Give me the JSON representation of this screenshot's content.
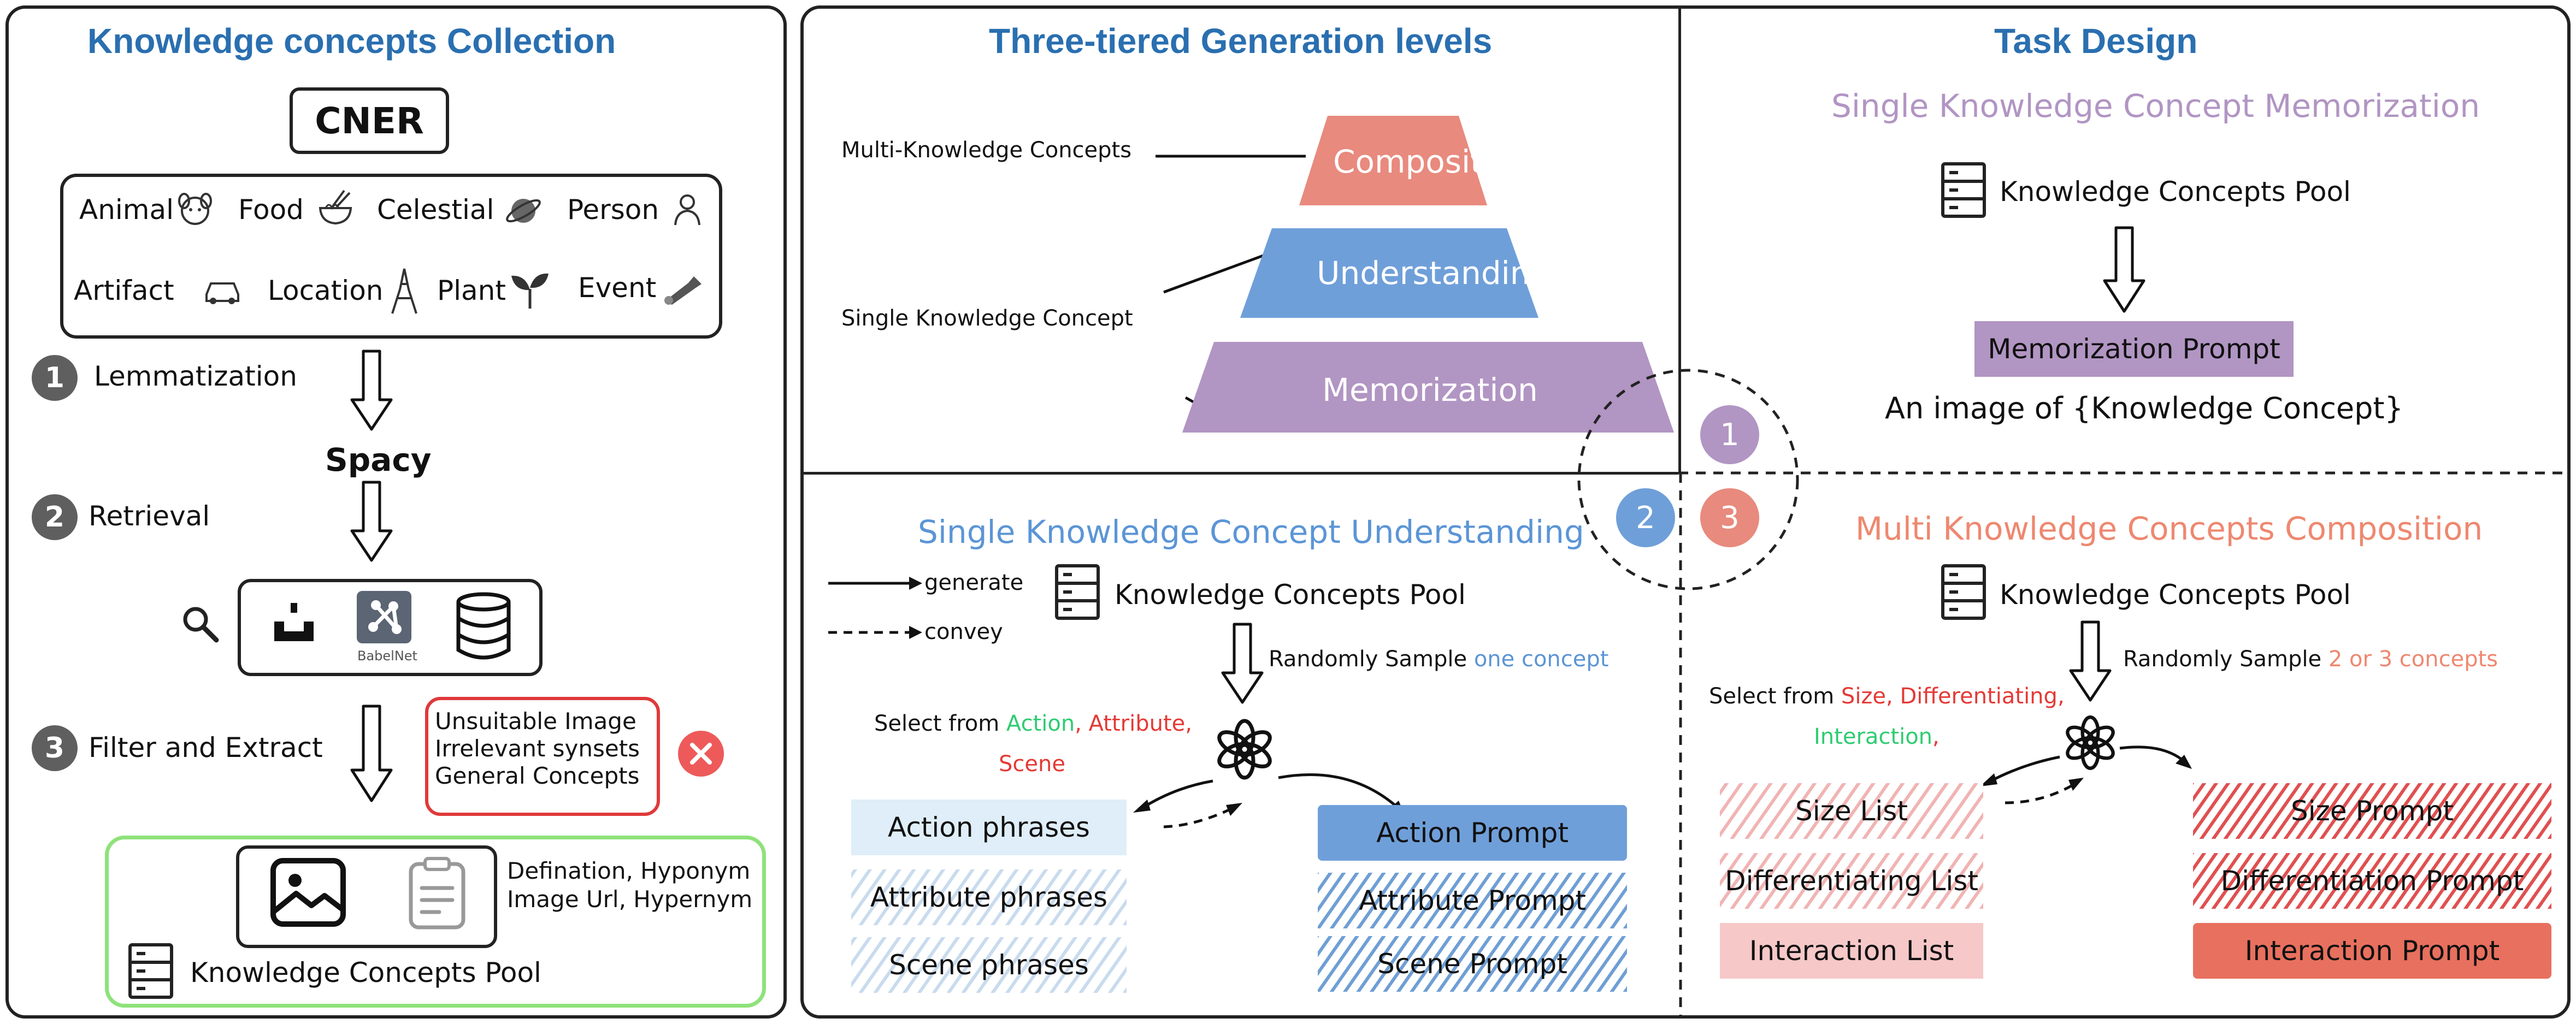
{
  "colors": {
    "title_blue": "#2a6fb0",
    "memorization_purple": "#b195c3",
    "understanding_blue": "#6f9fd9",
    "composition_red": "#e88a7e",
    "green": "#2ecc71",
    "red": "#e53935",
    "orange": "#ee8870",
    "light_blue_text": "#5b95d6",
    "pool_green_border": "#8ee27a"
  },
  "left": {
    "title": "Knowledge concepts Collection",
    "cner": "CNER",
    "categories": [
      "Animal",
      "Food",
      "Celestial",
      "Person",
      "Artifact",
      "Location",
      "Plant",
      "Event"
    ],
    "steps": [
      {
        "num": "1",
        "label": "Lemmatization"
      },
      {
        "num": "2",
        "label": "Retrieval"
      },
      {
        "num": "3",
        "label": "Filter and Extract"
      }
    ],
    "spacy": "Spacy",
    "babelnet": "BabelNet",
    "filter_items": [
      "Unsuitable Image",
      "Irrelevant synsets",
      "General Concepts"
    ],
    "pool_fields": [
      "Defination, Hyponym",
      "Image Url, Hypernym"
    ],
    "pool_label": "Knowledge Concepts Pool"
  },
  "middle_top": {
    "title": "Three-tiered Generation levels",
    "multi_label": "Multi-Knowledge Concepts",
    "single_label": "Single Knowledge Concept",
    "levels": [
      "Composition",
      "Understanding",
      "Memorization"
    ]
  },
  "right_top": {
    "title": "Task Design",
    "subtitle": "Single Knowledge Concept Memorization",
    "pool_label": "Knowledge Concepts Pool",
    "prompt_label": "Memorization Prompt",
    "prompt_text": "An image of {Knowledge Concept}"
  },
  "circles": [
    "1",
    "2",
    "3"
  ],
  "middle_bottom": {
    "subtitle": "Single Knowledge Concept Understanding",
    "legend": [
      "generate",
      "convey"
    ],
    "pool_label": "Knowledge Concepts Pool",
    "sample_prefix": "Randomly Sample ",
    "sample_highlight": "one concept",
    "select_prefix": "Select from ",
    "select_action": "Action",
    "select_comma1": ", ",
    "select_attribute": "Attribute",
    "select_comma2": ",",
    "select_scene": "Scene",
    "phrases": [
      "Action phrases",
      "Attribute phrases",
      "Scene phrases"
    ],
    "prompts": [
      "Action Prompt",
      "Attribute Prompt",
      "Scene Prompt"
    ]
  },
  "right_bottom": {
    "subtitle": "Multi Knowledge Concepts Composition",
    "pool_label": "Knowledge Concepts Pool",
    "sample_prefix": "Randomly Sample ",
    "sample_highlight": "2 or 3  concepts",
    "select_prefix": "Select from ",
    "select_size": "Size",
    "select_comma1": ", ",
    "select_diff": "Differentiating",
    "select_comma2": ",",
    "select_inter": "Interaction",
    "select_comma3": ",",
    "lists": [
      "Size List",
      "Differentiating List",
      "Interaction List"
    ],
    "prompts": [
      "Size Prompt",
      "Differentiation Prompt",
      "Interaction Prompt"
    ]
  }
}
